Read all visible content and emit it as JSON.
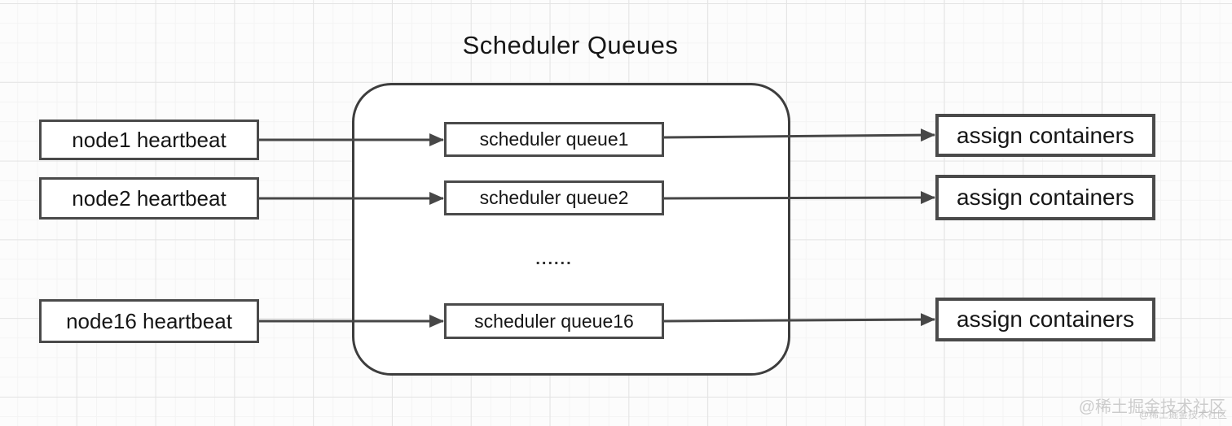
{
  "title": "Scheduler Queues",
  "scheduler_group": {
    "ellipsis": "......"
  },
  "left_nodes": [
    {
      "label": "node1 heartbeat"
    },
    {
      "label": "node2 heartbeat"
    },
    {
      "label": "node16 heartbeat"
    }
  ],
  "queues": [
    {
      "label": "scheduler queue1"
    },
    {
      "label": "scheduler queue2"
    },
    {
      "label": "scheduler queue16"
    }
  ],
  "outputs": [
    {
      "label": "assign containers"
    },
    {
      "label": "assign containers"
    },
    {
      "label": "assign containers"
    }
  ],
  "watermark": {
    "primary": "@稀土掘金技术社区",
    "secondary": "@稀土掘金技术社区"
  },
  "colors": {
    "background": "#fcfcfc",
    "grid_minor": "#f4f4f4",
    "grid_major": "#e4e4e4",
    "box_border": "#4a4a4a",
    "arrow": "#474747",
    "text": "#161616",
    "watermark": "#bdbdbd"
  }
}
